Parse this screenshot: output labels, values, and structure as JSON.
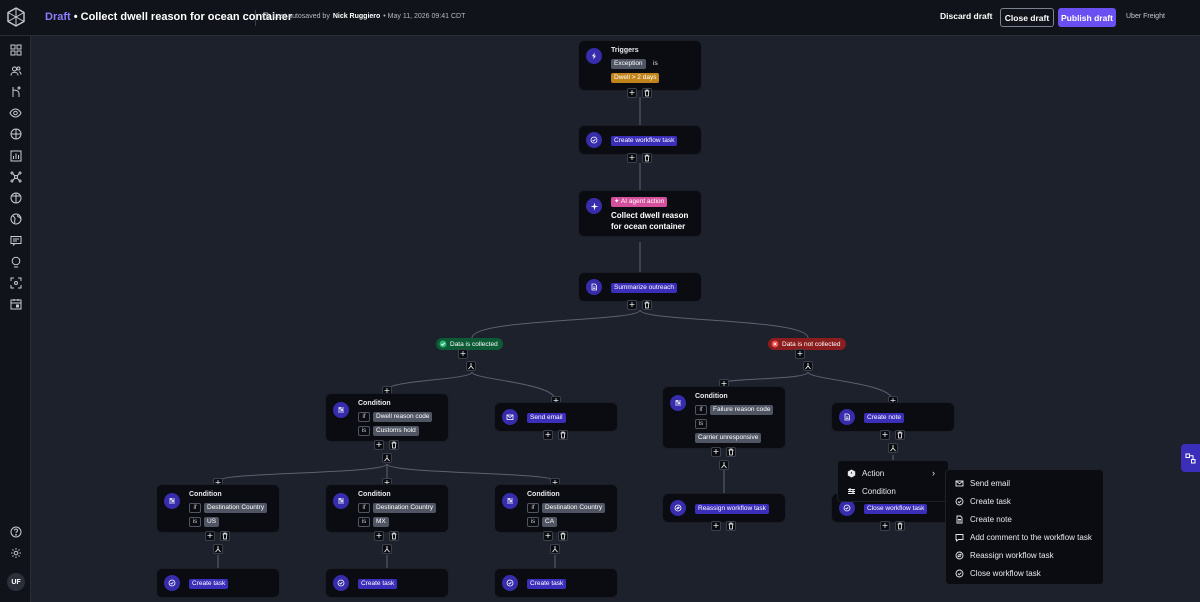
{
  "header": {
    "draft_label": "Draft",
    "title": " • Collect dwell reason for ocean container",
    "autosave_prefix": "Last autosaved by",
    "autosave_user": "Nick Ruggiero",
    "autosave_time": "• May 11, 2026 09:41 CDT",
    "discard_label": "Discard draft",
    "close_label": "Close draft",
    "publish_label": "Publish draft",
    "org": "Uber Freight"
  },
  "sidebar": {
    "icons": [
      "dashboard-icon",
      "users-icon",
      "routes-icon",
      "eye-icon",
      "globe-icon",
      "chart-icon",
      "network-icon",
      "globe-alt-icon",
      "world-icon",
      "message-icon",
      "location-icon",
      "scan-icon",
      "calendar-icon"
    ],
    "help_icon": "help-icon",
    "settings_icon": "settings-icon",
    "avatar": "UF"
  },
  "colors": {
    "accent": "#6a50f2",
    "node_bg": "#0a0c11",
    "canvas": "#1c212c",
    "pill": "#3b2eb9"
  },
  "flow": {
    "trigger": {
      "title": "Triggers",
      "field": "Exception",
      "op": "is",
      "value": "Dwell > 2 days"
    },
    "task1": {
      "label": "Create workflow task"
    },
    "agent": {
      "badge": "AI agent action",
      "title": "Collect dwell reason for ocean container"
    },
    "summary": {
      "label": "Summarize outreach"
    },
    "branch_yes": {
      "label": "Data is collected"
    },
    "branch_no": {
      "label": "Data is not collected"
    },
    "cond1": {
      "title": "Condition",
      "if": "if",
      "field": "Dwell reason code",
      "is": "is",
      "value": "Customs hold"
    },
    "send_email": {
      "label": "Send email"
    },
    "cond2": {
      "title": "Condition",
      "if": "if",
      "field": "Failure reason code",
      "is": "is",
      "value": "Carrier unresponsive"
    },
    "create_note": {
      "label": "Create note"
    },
    "cond_us": {
      "title": "Condition",
      "if": "if",
      "field": "Destination Country",
      "is": "is",
      "value": "US"
    },
    "cond_mx": {
      "title": "Condition",
      "if": "if",
      "field": "Destination Country",
      "is": "is",
      "value": "MX"
    },
    "cond_ca": {
      "title": "Condition",
      "if": "if",
      "field": "Destination Country",
      "is": "is",
      "value": "CA"
    },
    "reassign": {
      "label": "Reassign workflow task"
    },
    "close_task": {
      "label": "Close workflow task"
    },
    "task_us": {
      "label": "Create task"
    },
    "task_mx": {
      "label": "Create task"
    },
    "task_ca": {
      "label": "Create task"
    }
  },
  "menu": {
    "items": [
      {
        "label": "Action",
        "icon": "action-icon"
      },
      {
        "label": "Condition",
        "icon": "condition-icon"
      }
    ]
  },
  "submenu": {
    "items": [
      {
        "label": "Send email",
        "icon": "mail-icon"
      },
      {
        "label": "Create task",
        "icon": "task-icon"
      },
      {
        "label": "Create note",
        "icon": "note-icon"
      },
      {
        "label": "Add comment to the workflow task",
        "icon": "comment-icon"
      },
      {
        "label": "Reassign workflow task",
        "icon": "reassign-icon"
      },
      {
        "label": "Close workflow task",
        "icon": "check-circle-icon"
      }
    ]
  }
}
